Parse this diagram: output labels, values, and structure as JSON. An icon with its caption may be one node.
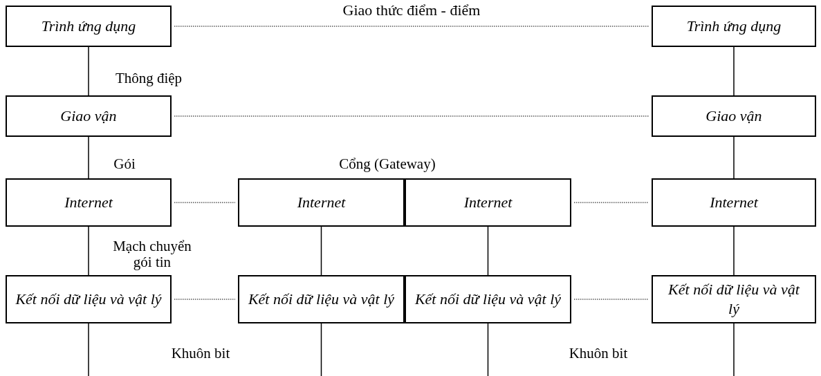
{
  "diagram": {
    "nodes": [
      {
        "text": [
          "Trình ứng dụng"
        ]
      },
      {
        "text": [
          "Trình ứng dụng"
        ]
      },
      {
        "text": [
          "Giao vận"
        ]
      },
      {
        "text": [
          "Giao vận"
        ]
      },
      {
        "text": [
          "Internet"
        ]
      },
      {
        "text": [
          "Internet"
        ]
      },
      {
        "text": [
          "Internet"
        ]
      },
      {
        "text": [
          "Internet"
        ]
      },
      {
        "text": [
          "Kết nối dữ liệu và vật lý"
        ]
      },
      {
        "text": [
          "Kết nối dữ liệu và vật lý"
        ]
      },
      {
        "text": [
          "Kết nối dữ liệu và vật lý"
        ]
      },
      {
        "text": [
          "Kết nối dữ liệu và vật lý"
        ]
      }
    ],
    "edges": [
      {
        "from": 0,
        "to": 1,
        "arrow": "none",
        "style": "dashed",
        "label": "Giao thức điểm - điểm"
      },
      {
        "from": 2,
        "to": 3,
        "arrow": "none",
        "style": "dashed"
      },
      {
        "from": 4,
        "to": 5,
        "arrow": "none",
        "style": "dashed"
      },
      {
        "from": 6,
        "to": 7,
        "arrow": "none",
        "style": "dashed"
      },
      {
        "from": 8,
        "to": 9,
        "arrow": "none",
        "style": "dashed"
      },
      {
        "from": 10,
        "to": 11,
        "arrow": "none",
        "style": "dashed"
      },
      {
        "from": 0,
        "to": 2,
        "arrow": "none"
      },
      {
        "from": 2,
        "to": 4,
        "arrow": "none"
      },
      {
        "from": 4,
        "to": 8,
        "arrow": "none"
      },
      {
        "from": 1,
        "to": 3,
        "arrow": "none"
      },
      {
        "from": 3,
        "to": 7,
        "arrow": "none"
      },
      {
        "from": 7,
        "to": 11,
        "arrow": "none"
      },
      {
        "from": 5,
        "to": 9,
        "arrow": "none"
      },
      {
        "from": 6,
        "to": 10,
        "arrow": "none"
      },
      {
        "from": 8,
        "to": null,
        "arrow": "none"
      },
      {
        "from": 9,
        "to": null,
        "arrow": "none"
      },
      {
        "from": 10,
        "to": null,
        "arrow": "none"
      },
      {
        "from": 11,
        "to": null,
        "arrow": "none"
      }
    ],
    "labels": [
      "Thông điệp",
      "Gói",
      "Cổng (Gateway)",
      "Mạch chuyển gói tin",
      "Khuôn bit",
      "Khuôn bit"
    ]
  }
}
